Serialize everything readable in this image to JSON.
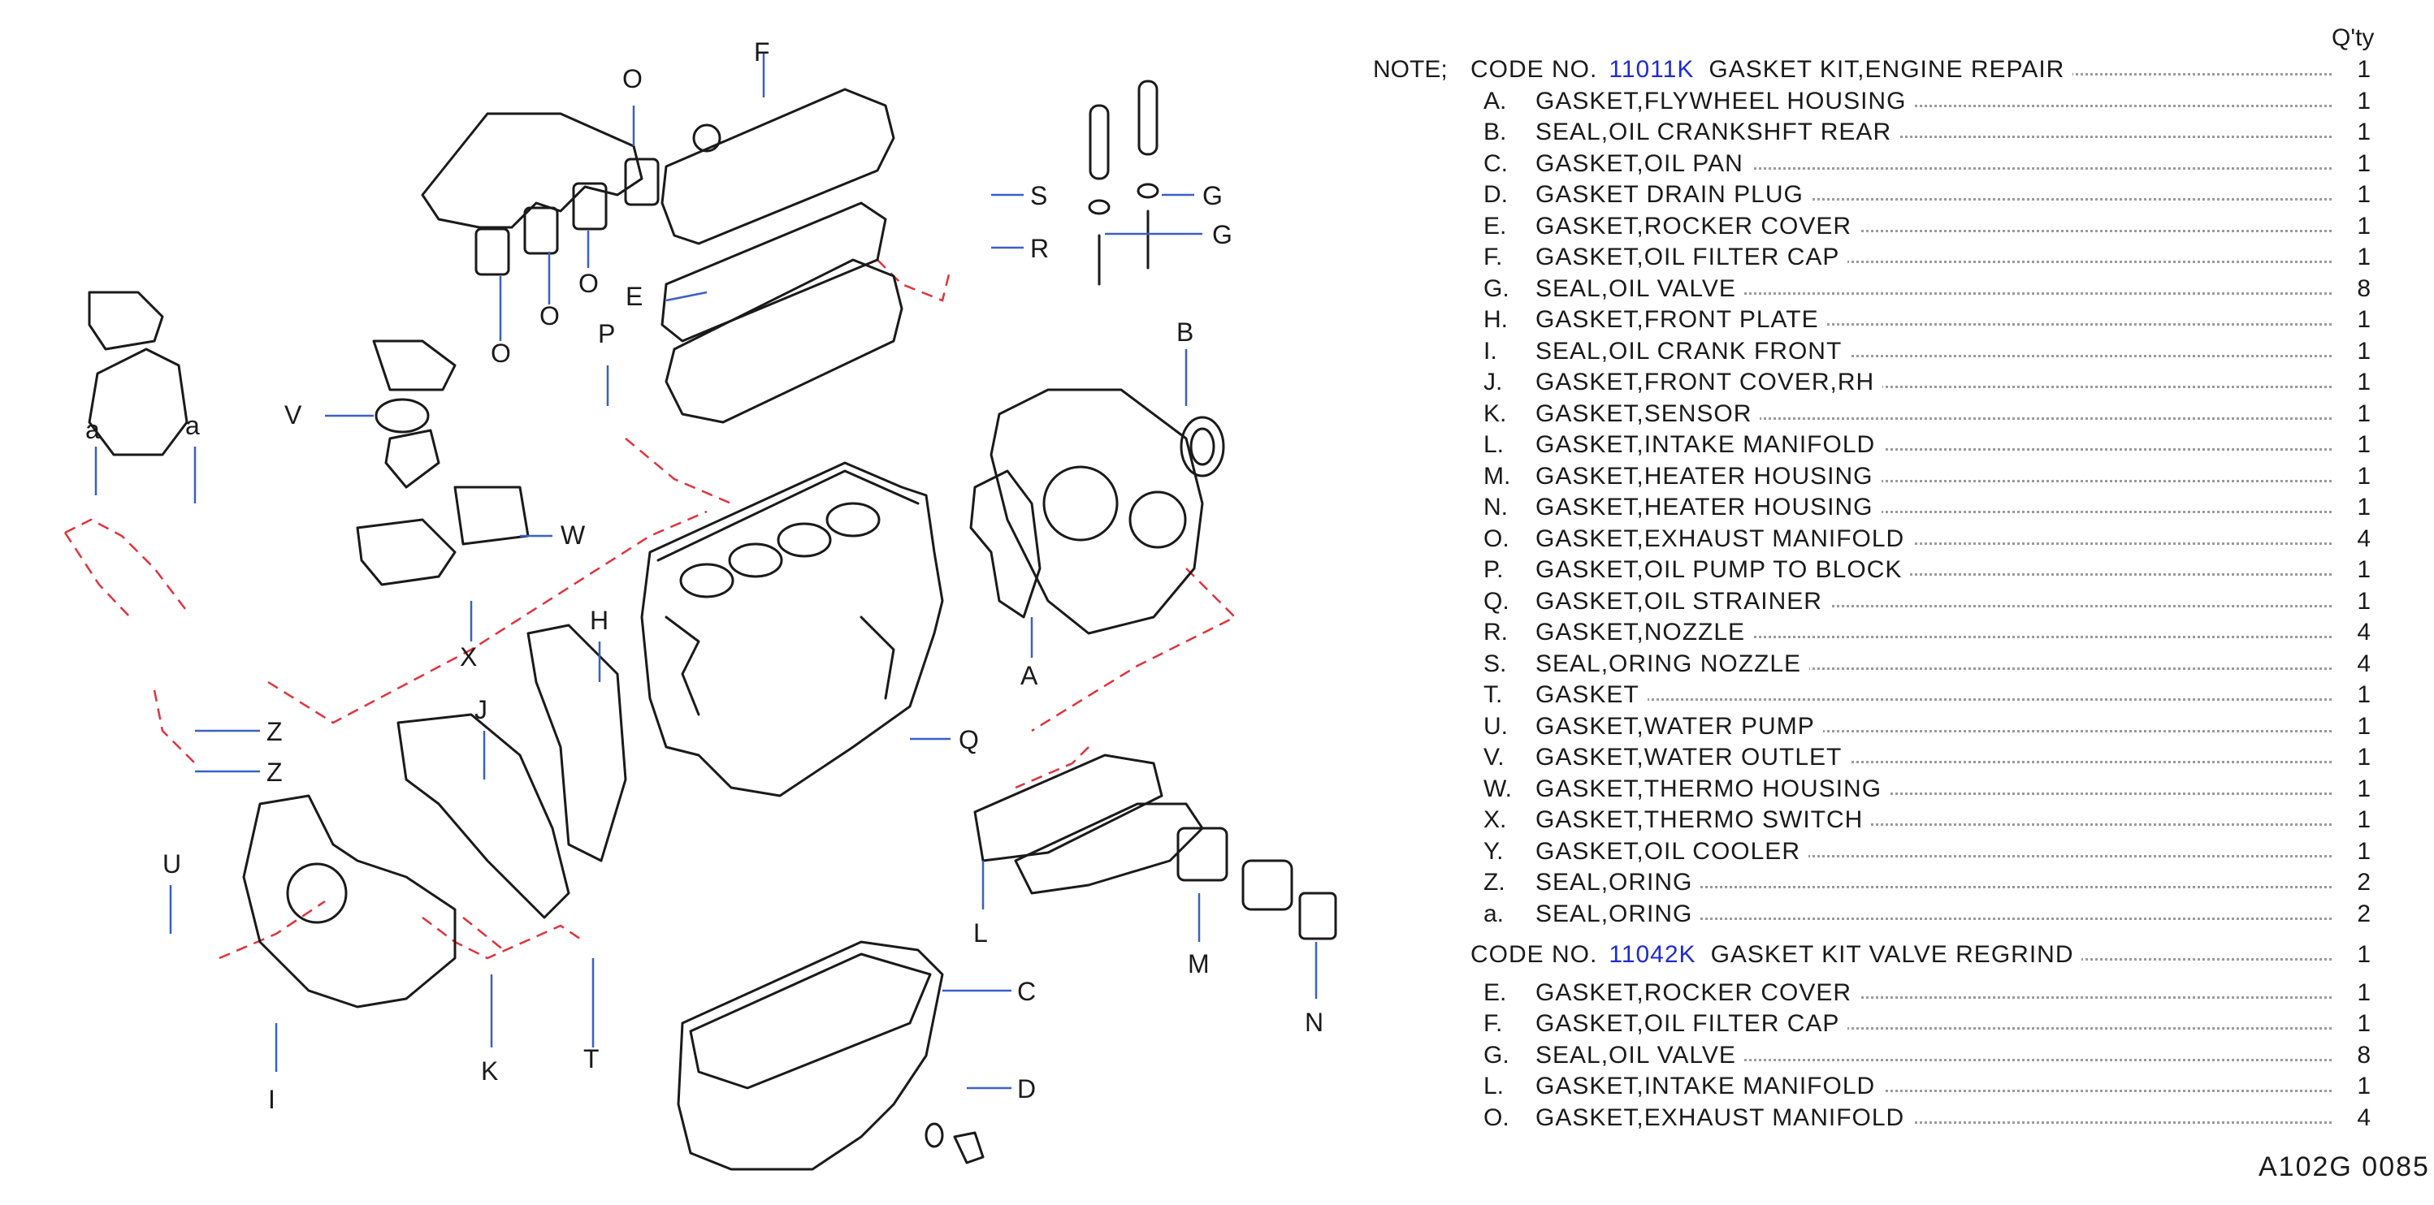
{
  "header": {
    "note_prefix": "NOTE;",
    "qty_header": "Q'ty"
  },
  "kits": [
    {
      "code_label": "CODE NO.",
      "code_number": "11011K",
      "kit_name": "GASKET KIT,ENGINE REPAIR",
      "quantity": "1",
      "items": [
        {
          "letter": "A.",
          "description": "GASKET,FLYWHEEL HOUSING",
          "quantity": "1"
        },
        {
          "letter": "B.",
          "description": "SEAL,OIL CRANKSHFT REAR",
          "quantity": "1"
        },
        {
          "letter": "C.",
          "description": "GASKET,OIL PAN",
          "quantity": "1"
        },
        {
          "letter": "D.",
          "description": "GASKET DRAIN PLUG",
          "quantity": "1"
        },
        {
          "letter": "E.",
          "description": "GASKET,ROCKER COVER",
          "quantity": "1"
        },
        {
          "letter": "F.",
          "description": "GASKET,OIL FILTER CAP",
          "quantity": "1"
        },
        {
          "letter": "G.",
          "description": "SEAL,OIL VALVE",
          "quantity": "8"
        },
        {
          "letter": "H.",
          "description": "GASKET,FRONT PLATE",
          "quantity": "1"
        },
        {
          "letter": "I.",
          "description": "SEAL,OIL CRANK FRONT",
          "quantity": "1"
        },
        {
          "letter": "J.",
          "description": "GASKET,FRONT COVER,RH",
          "quantity": "1"
        },
        {
          "letter": "K.",
          "description": "GASKET,SENSOR",
          "quantity": "1"
        },
        {
          "letter": "L.",
          "description": "GASKET,INTAKE MANIFOLD",
          "quantity": "1"
        },
        {
          "letter": "M.",
          "description": "GASKET,HEATER HOUSING",
          "quantity": "1"
        },
        {
          "letter": "N.",
          "description": "GASKET,HEATER HOUSING",
          "quantity": "1"
        },
        {
          "letter": "O.",
          "description": "GASKET,EXHAUST MANIFOLD",
          "quantity": "4"
        },
        {
          "letter": "P.",
          "description": "GASKET,OIL PUMP TO BLOCK",
          "quantity": "1"
        },
        {
          "letter": "Q.",
          "description": "GASKET,OIL STRAINER",
          "quantity": "1"
        },
        {
          "letter": "R.",
          "description": "GASKET,NOZZLE",
          "quantity": "4"
        },
        {
          "letter": "S.",
          "description": "SEAL,ORING NOZZLE",
          "quantity": "4"
        },
        {
          "letter": "T.",
          "description": "GASKET",
          "quantity": "1"
        },
        {
          "letter": "U.",
          "description": "GASKET,WATER PUMP",
          "quantity": "1"
        },
        {
          "letter": "V.",
          "description": "GASKET,WATER OUTLET",
          "quantity": "1"
        },
        {
          "letter": "W.",
          "description": "GASKET,THERMO HOUSING",
          "quantity": "1"
        },
        {
          "letter": "X.",
          "description": "GASKET,THERMO SWITCH",
          "quantity": "1"
        },
        {
          "letter": "Y.",
          "description": "GASKET,OIL COOLER",
          "quantity": "1"
        },
        {
          "letter": "Z.",
          "description": "SEAL,ORING",
          "quantity": "2"
        },
        {
          "letter": "a.",
          "description": "SEAL,ORING",
          "quantity": "2"
        }
      ]
    },
    {
      "code_label": "CODE NO.",
      "code_number": "11042K",
      "kit_name": "GASKET KIT VALVE REGRIND",
      "quantity": "1",
      "items": [
        {
          "letter": "E.",
          "description": "GASKET,ROCKER COVER",
          "quantity": "1"
        },
        {
          "letter": "F.",
          "description": "GASKET,OIL FILTER CAP",
          "quantity": "1"
        },
        {
          "letter": "G.",
          "description": "SEAL,OIL VALVE",
          "quantity": "8"
        },
        {
          "letter": "L.",
          "description": "GASKET,INTAKE MANIFOLD",
          "quantity": "1"
        },
        {
          "letter": "O.",
          "description": "GASKET,EXHAUST MANIFOLD",
          "quantity": "4"
        }
      ]
    }
  ],
  "callouts": {
    "a1": "a",
    "a2": "a",
    "V": "V",
    "W": "W",
    "X": "X",
    "Z1": "Z",
    "Z2": "Z",
    "U": "U",
    "I": "I",
    "K": "K",
    "T": "T",
    "J": "J",
    "H": "H",
    "O1": "O",
    "O2": "O",
    "O3": "O",
    "O4": "O",
    "F": "F",
    "E": "E",
    "P": "P",
    "S": "S",
    "R": "R",
    "G1": "G",
    "G2": "G",
    "B": "B",
    "A": "A",
    "Q": "Q",
    "L": "L",
    "M": "M",
    "N": "N",
    "C": "C",
    "D": "D"
  },
  "footer": {
    "figure_code": "A102G 0085"
  }
}
